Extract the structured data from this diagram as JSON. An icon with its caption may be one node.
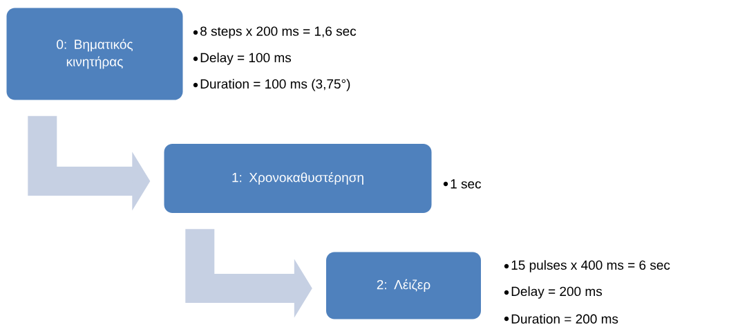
{
  "diagram": {
    "nodes": [
      {
        "text": [
          "0: Βηματικός κινητήρας"
        ],
        "beside": [
          "8 steps x 200 ms = 1,6 sec",
          "Delay = 100 ms",
          "Duration = 100 ms (3,75°)"
        ]
      },
      {
        "text": [
          "1: Χρονοκαθυστέρηση"
        ],
        "beside": [
          "1 sec"
        ]
      },
      {
        "text": [
          "2: Λέιζερ"
        ],
        "beside": [
          "15 pulses x 400 ms = 6 sec",
          "Delay = 200 ms",
          "Duration = 200 ms"
        ]
      }
    ],
    "edges": [
      {
        "from": 0,
        "to": 1,
        "arrow": "to"
      },
      {
        "from": 1,
        "to": 2,
        "arrow": "to"
      }
    ]
  }
}
